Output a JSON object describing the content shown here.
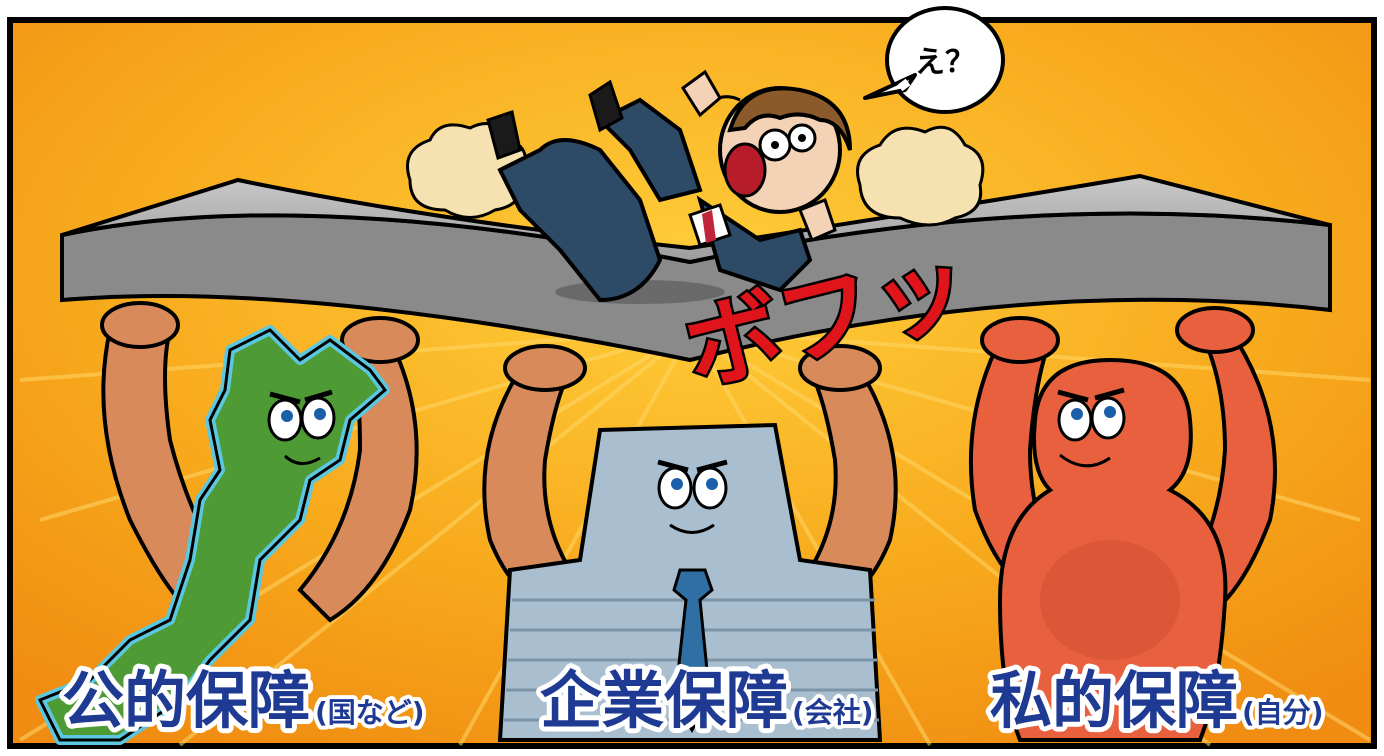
{
  "speech_bubble": {
    "text": "え？"
  },
  "sound_effect": {
    "text": "ボフッ"
  },
  "pillars": [
    {
      "main": "公的保障",
      "sub": "(国など)"
    },
    {
      "main": "企業保障",
      "sub": "(会社)"
    },
    {
      "main": "私的保障",
      "sub": "(自分)"
    }
  ],
  "colors": {
    "background": "#f7a81b",
    "slab": "#a7a7a7",
    "japan": "#4e9a35",
    "company": "#a9bfd0",
    "self": "#e8603e",
    "skin": "#d98a5b",
    "suit": "#2d4a66",
    "sfx": "#e0151b",
    "label_fill": "#1f3a93"
  }
}
